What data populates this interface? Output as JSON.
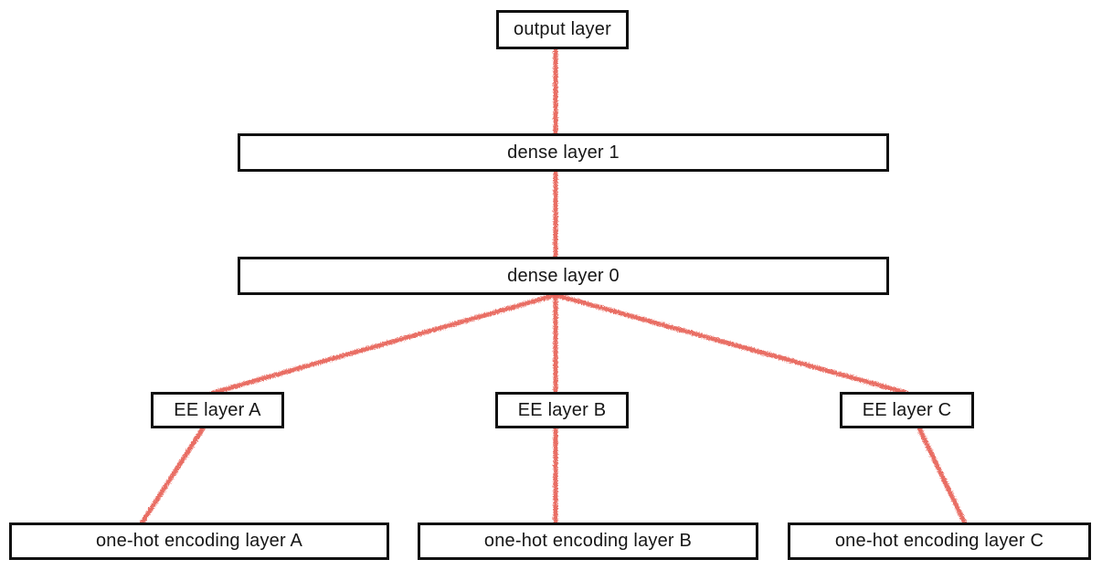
{
  "diagram": {
    "type": "neural-network-layer-diagram",
    "colors": {
      "edge": "#e8655d",
      "box_border": "#111111",
      "box_fill": "#ffffff",
      "text": "#161616",
      "background": "#ffffff"
    },
    "nodes": [
      {
        "id": "output-layer",
        "label": "output layer"
      },
      {
        "id": "dense-layer-1",
        "label": "dense layer 1"
      },
      {
        "id": "dense-layer-0",
        "label": "dense layer 0"
      },
      {
        "id": "ee-layer-a",
        "label": "EE layer A"
      },
      {
        "id": "ee-layer-b",
        "label": "EE layer B"
      },
      {
        "id": "ee-layer-c",
        "label": "EE layer C"
      },
      {
        "id": "one-hot-encoding-layer-a",
        "label": "one-hot encoding layer A"
      },
      {
        "id": "one-hot-encoding-layer-b",
        "label": "one-hot encoding layer B"
      },
      {
        "id": "one-hot-encoding-layer-c",
        "label": "one-hot encoding layer C"
      }
    ],
    "edges": [
      {
        "from": "dense-layer-1",
        "to": "output-layer"
      },
      {
        "from": "dense-layer-0",
        "to": "dense-layer-1"
      },
      {
        "from": "ee-layer-a",
        "to": "dense-layer-0"
      },
      {
        "from": "ee-layer-b",
        "to": "dense-layer-0"
      },
      {
        "from": "ee-layer-c",
        "to": "dense-layer-0"
      },
      {
        "from": "one-hot-encoding-layer-a",
        "to": "ee-layer-a"
      },
      {
        "from": "one-hot-encoding-layer-b",
        "to": "ee-layer-b"
      },
      {
        "from": "one-hot-encoding-layer-c",
        "to": "ee-layer-c"
      }
    ]
  }
}
